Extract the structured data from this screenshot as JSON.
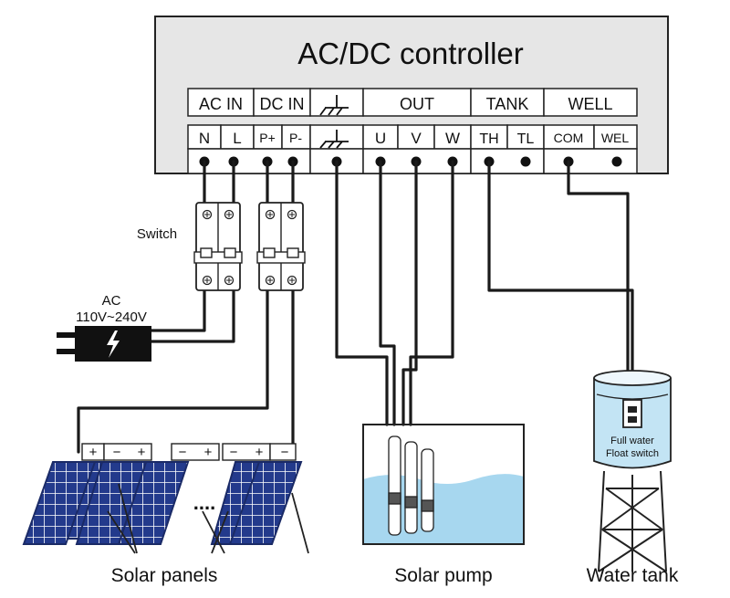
{
  "controller": {
    "title": "AC/DC controller",
    "groups": {
      "ac_in": "AC IN",
      "dc_in": "DC IN",
      "out": "OUT",
      "tank": "TANK",
      "well": "WELL"
    },
    "terminals": {
      "n": "N",
      "l": "L",
      "p_plus": "P+",
      "p_minus": "P-",
      "u": "U",
      "v": "V",
      "w": "W",
      "th": "TH",
      "tl": "TL",
      "com": "COM",
      "wel": "WEL"
    }
  },
  "switch_label": "Switch",
  "ac_source": {
    "line1": "AC",
    "line2": "110V~240V"
  },
  "panels": {
    "label": "Solar panels",
    "ellipsis": "....",
    "signs": [
      "+",
      "−",
      "+",
      "−",
      "+",
      "−",
      "+",
      "−"
    ]
  },
  "pump": {
    "label": "Solar pump"
  },
  "tank": {
    "label": "Water tank",
    "float_line1": "Full water",
    "float_line2": "Float switch"
  },
  "colors": {
    "controller_bg": "#e6e6e6",
    "water": "#a7d7ef",
    "panel_blue": "#233a8c",
    "tank_water": "#c3e4f4"
  }
}
